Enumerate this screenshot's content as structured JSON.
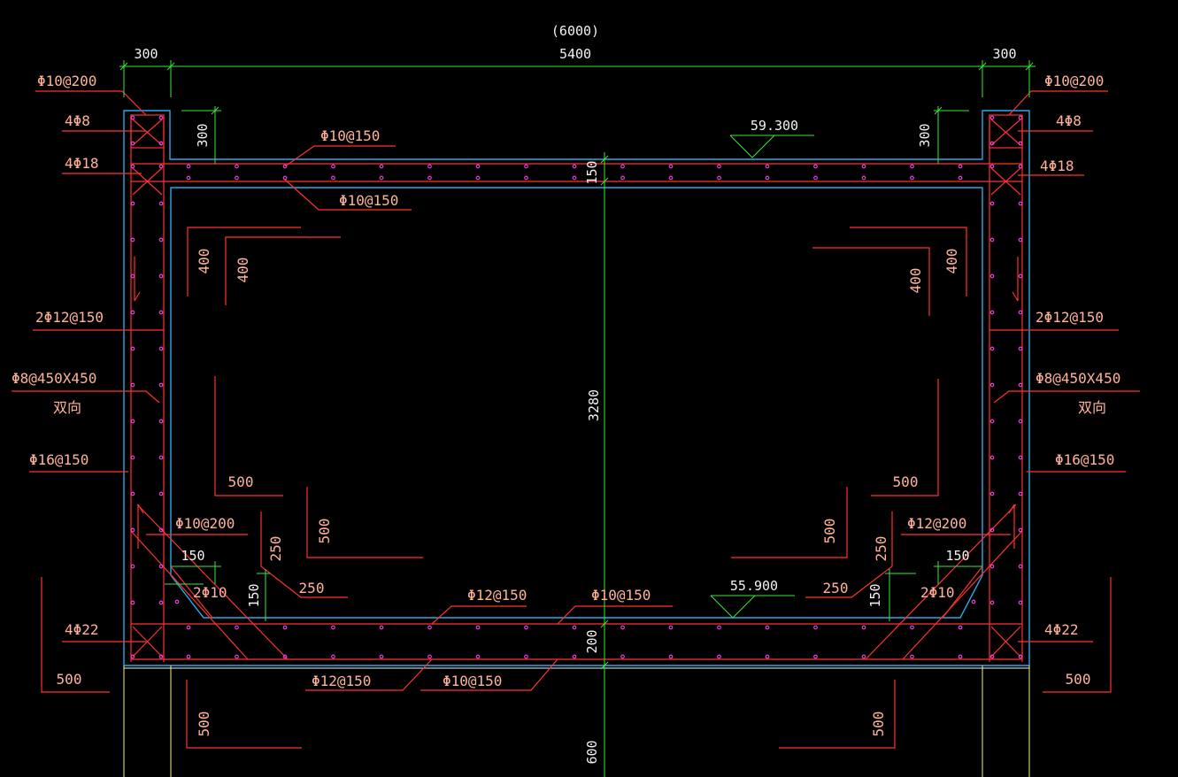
{
  "dimensions": {
    "overall": "(6000)",
    "left_wall": "300",
    "span": "5400",
    "right_wall": "300",
    "top_haunch_left": "300",
    "top_haunch_right": "300",
    "top_slab": "150",
    "height": "3280",
    "bottom_slab": "200",
    "base": "600",
    "corner_a_left": "400",
    "corner_b_left": "400",
    "corner_a_right": "400",
    "corner_b_right": "400",
    "lower_a_left": "500",
    "lower_b_left": "500",
    "lower_a_right": "500",
    "lower_b_right": "500",
    "haunch_w_left": "150",
    "haunch_h_left": "150",
    "haunch_w_right": "150",
    "haunch_h_right": "150",
    "diag_left_v": "250",
    "diag_left_h": "250",
    "diag_right_v": "250",
    "diag_right_h": "250",
    "foot_left": "500",
    "foot_right": "500",
    "footing_left": "500",
    "footing_right": "500"
  },
  "elevations": {
    "top": "59.300",
    "bottom": "55.900"
  },
  "labels": {
    "tl_stirrup": "Φ10@200",
    "tr_stirrup": "Φ10@200",
    "tl_bars": "4Φ8",
    "tr_bars": "4Φ8",
    "tl_main": "4Φ18",
    "tr_main": "4Φ18",
    "top_slab_top": "Φ10@150",
    "top_slab_bottom": "Φ10@150",
    "wall_left": "2Φ12@150",
    "wall_right": "2Φ12@150",
    "tie_left": "Φ8@450X450",
    "tie_left_sub": "双向",
    "tie_right": "Φ8@450X450",
    "tie_right_sub": "双向",
    "wall_out_left": "Φ16@150",
    "wall_out_right": "Φ16@150",
    "haunch_left": "Φ10@200",
    "haunch_right": "Φ12@200",
    "haunch_bars_left": "2Φ10",
    "haunch_bars_right": "2Φ10",
    "bot_slab_top_a": "Φ12@150",
    "bot_slab_top_b": "Φ10@150",
    "bl_main": "4Φ22",
    "br_main": "4Φ22",
    "bot_slab_bot_a": "Φ12@150",
    "bot_slab_bot_b": "Φ10@150"
  },
  "colors": {
    "background": "#000000",
    "concrete_outline": "#26a9e8",
    "rebar": "#ff3030",
    "dimension": "#38e838",
    "rebar_dot": "#ff3df0",
    "footing": "#f2f07a"
  }
}
